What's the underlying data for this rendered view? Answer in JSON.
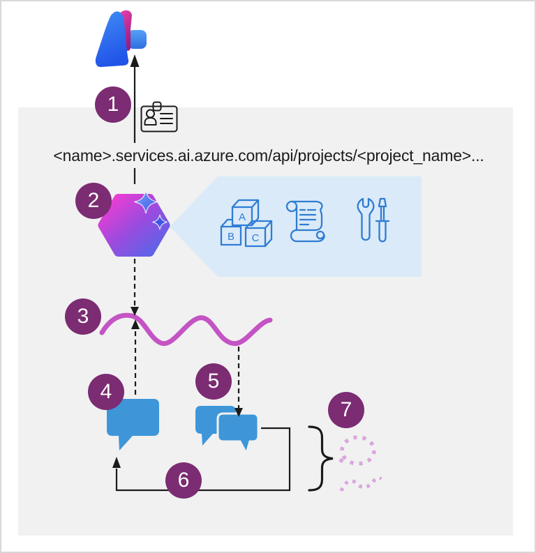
{
  "endpoint": {
    "url": "<name>.services.ai.azure.com/api/projects/<project_name>..."
  },
  "steps": [
    {
      "number": "1"
    },
    {
      "number": "2"
    },
    {
      "number": "3"
    },
    {
      "number": "4"
    },
    {
      "number": "5"
    },
    {
      "number": "6"
    },
    {
      "number": "7"
    }
  ],
  "block_letters": {
    "a": "A",
    "b": "B",
    "c": "C"
  },
  "icons": {
    "azure-ai-foundry-logo": "blue-magenta abstract A ribbon mark",
    "id-card-icon": "outlined badge/credential card with person and text lines",
    "project-hexagon-icon": "magenta-to-violet rounded hexagon with two blue sparkles",
    "abc-blocks-icon": "outlined toy blocks lettered A B C",
    "scroll-icon": "outlined parchment scroll with text lines",
    "tools-icon": "outlined wrench and screwdriver",
    "wave-icon": "magenta sine wave",
    "chat-bubble-icon": "filled speech bubble",
    "chat-bubbles-icon": "two overlapping speech bubbles",
    "loop-arrow": "rectangular feedback loop arrow",
    "curly-brace": "right curly brace grouping",
    "dotted-agent-icon": "dotted circle and dotted squiggle sketch"
  },
  "colors": {
    "badge": "#7B2C72",
    "badge_text": "#FFFFFF",
    "bubble": "#3E96D9",
    "wave": "#C454C4",
    "callout_bg": "#DAEAF8",
    "icon_stroke": "#2F7CD3",
    "dotted": "#D9A6DD",
    "panel_bg": "#F1F1F1",
    "line": "#1A1A1A",
    "url_text": "#1B1B1B",
    "page_border": "#D8D8D8",
    "logo_blue": "#2E6FE8",
    "logo_magenta": "#D733AE",
    "hexagon_from": "#E93ED4",
    "hexagon_to": "#5A64E8"
  }
}
